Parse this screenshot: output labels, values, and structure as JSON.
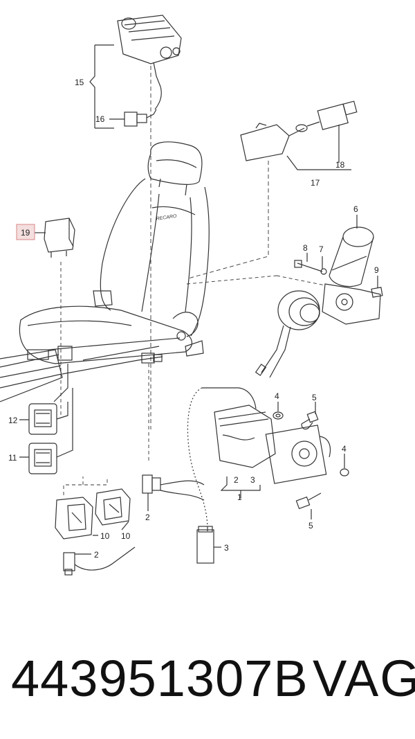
{
  "diagram": {
    "callouts": {
      "c1": "1",
      "c2a": "2",
      "c2b": "2",
      "c2c": "2",
      "c3a": "3",
      "c3b": "3",
      "c4a": "4",
      "c4b": "4",
      "c5a": "5",
      "c5b": "5",
      "c6": "6",
      "c7": "7",
      "c8": "8",
      "c9": "9",
      "c10a": "10",
      "c10b": "10",
      "c11": "11",
      "c12": "12",
      "c15": "15",
      "c16": "16",
      "c17": "17",
      "c18": "18",
      "c19": "19"
    },
    "seat_logo": "RECARO",
    "highlight_color": "#f4dede",
    "line_color": "#333333"
  },
  "footer": {
    "part_number": "443951307B",
    "brand": "VAG"
  }
}
